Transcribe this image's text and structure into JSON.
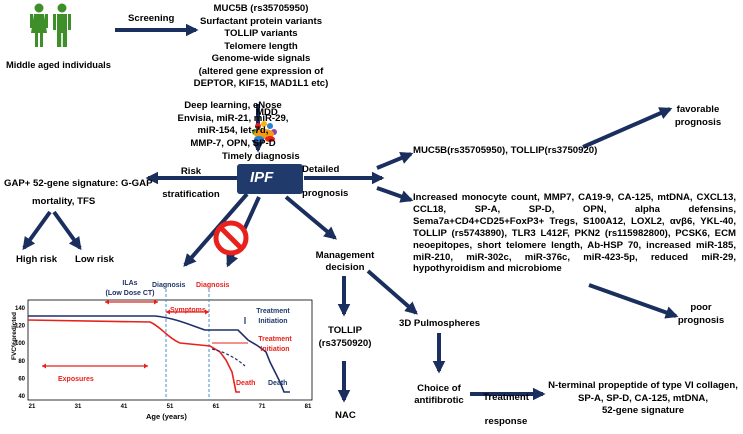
{
  "left": {
    "people_label": "Middle aged individuals",
    "screening_label": "Screening",
    "screening_list": "MUC5B (rs35705950)\nSurfactant protein variants\nTOLLIP variants\nTelomere length\nGenome-wide signals\n(altered gene expression of\nDEPTOR, KIF15, MAD1L1 etc)",
    "diagnostics_list": "Deep learning, eNose\nEnvisia, miR-21, miR-29,\nmiR-154, let-7d,\nMMP-7, OPN, SP-D",
    "mdd_label": "MDD",
    "timely_diagnosis": "Timely diagnosis",
    "risk_label": "Risk\nstratification",
    "gap_label": "GAP+ 52-gene signature: G-GAP",
    "mortality_label": "mortality, TFS",
    "high_risk": "High risk",
    "low_risk": "Low risk"
  },
  "center": {
    "ipf_label": "IPF",
    "detailed_label": "Detailed\nprognosis",
    "management_label": "Management\ndecision",
    "tollip_label": "TOLLIP\n(rs3750920)",
    "nac_label": "NAC",
    "pulmospheres_label": "3D Pulmospheres",
    "choice_label": "Choice of\nantifibrotic",
    "treatment_response_label": "Treatment\nresponse",
    "response_markers": "N-terminal propeptide of type VI collagen,\nSP-A, SP-D, CA-125, mtDNA,\n52-gene signature"
  },
  "right": {
    "favorable_markers": "MUC5B(rs35705950), TOLLIP(rs3750920)",
    "favorable_label": "favorable\nprognosis",
    "poor_markers": "Increased monocyte count, MMP7, CA19-9, CA-125, mtDNA, CXCL13, CCL18, SP-A, SP-D, OPN, alpha defensins, Sema7a+CD4+CD25+FoxP3+ Tregs, S100A12, LOXL2, αvβ6, YKL-40, TOLLIP (rs5743890), TLR3 L412F, PKN2 (rs115982800), PCSK6, ECM neoepitopes, short telomere length, Ab-HSP 70, increased miR-185, miR-210, miR-302c, miR-376c, miR-423-5p, reduced miR-29, hypothyroidism and microbiome",
    "poor_label": "poor\nprognosis"
  },
  "chart": {
    "ylabel": "FVC%predicted",
    "xlabel": "Age (years)",
    "x_ticks": [
      "21",
      "31",
      "41",
      "51",
      "61",
      "71",
      "81"
    ],
    "y_ticks": [
      "140",
      "120",
      "100",
      "80",
      "60",
      "40"
    ],
    "ilas_label": "ILAs\n(Low Dose CT)",
    "diagnosis_label_1": "Diagnosis",
    "diagnosis_label_2": "Diagnosis",
    "symptoms_label": "Symptoms",
    "treatment_initiation_blue": "Treatment\nInitiation",
    "treatment_initiation_red": "Treatment\nInitiation",
    "exposures_label": "Exposures",
    "death_red": "Death",
    "death_blue": "Death"
  },
  "colors": {
    "arrow": "#1a2f5e",
    "ipf_fill": "#1f3a6b",
    "red": "#e8211c",
    "navy_line": "#1f2f6b",
    "dashed_blue": "#4a90c8",
    "person": "#3e8e2a"
  }
}
